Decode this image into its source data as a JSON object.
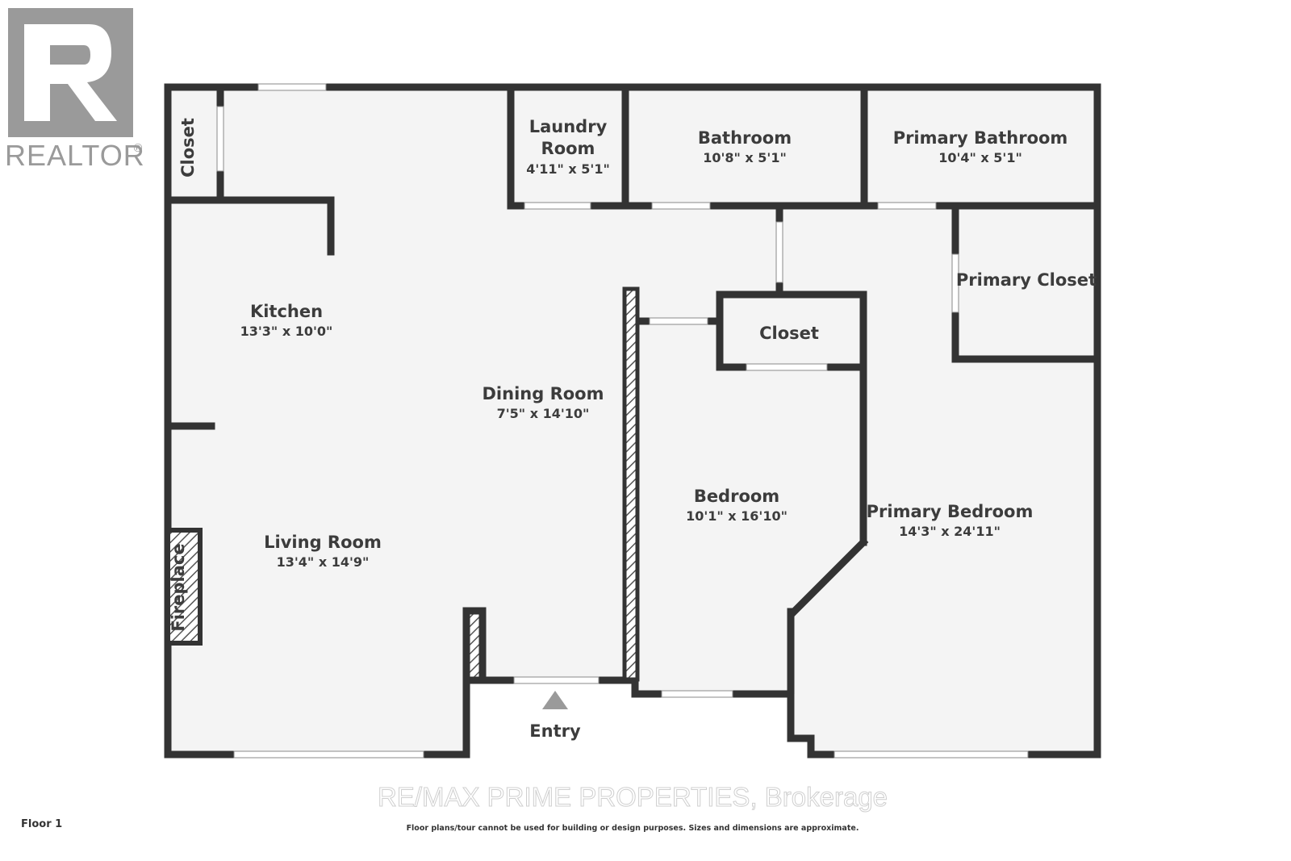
{
  "brand": {
    "logo_letter": "R",
    "logo_text": "REALTOR",
    "registered": "®"
  },
  "rooms": {
    "closet_small": {
      "name": "Closet"
    },
    "laundry": {
      "name_line1": "Laundry",
      "name_line2": "Room",
      "dims": "4'11\" x 5'1\""
    },
    "bathroom": {
      "name": "Bathroom",
      "dims": "10'8\" x 5'1\""
    },
    "primary_bathroom": {
      "name": "Primary Bathroom",
      "dims": "10'4\" x 5'1\""
    },
    "primary_closet": {
      "name": "Primary Closet"
    },
    "kitchen": {
      "name": "Kitchen",
      "dims": "13'3\" x 10'0\""
    },
    "dining": {
      "name": "Dining Room",
      "dims": "7'5\" x 14'10\""
    },
    "closet": {
      "name": "Closet"
    },
    "bedroom": {
      "name": "Bedroom",
      "dims": "10'1\" x 16'10\""
    },
    "primary_bedroom": {
      "name": "Primary Bedroom",
      "dims": "14'3\" x 24'11\""
    },
    "living": {
      "name": "Living Room",
      "dims": "13'4\" x 14'9\""
    },
    "fireplace": {
      "name": "Fireplace"
    },
    "entry": {
      "name": "Entry"
    }
  },
  "watermark": "RE/MAX PRIME PROPERTIES, Brokerage",
  "footer": {
    "floor": "Floor 1",
    "disclaimer": "Floor plans/tour cannot be used for building or design purposes. Sizes and dimensions are approximate."
  },
  "colors": {
    "wall": "#333333",
    "floor": "#f4f4f4",
    "logo": "#9a9a9a",
    "window": "#ffffff"
  }
}
